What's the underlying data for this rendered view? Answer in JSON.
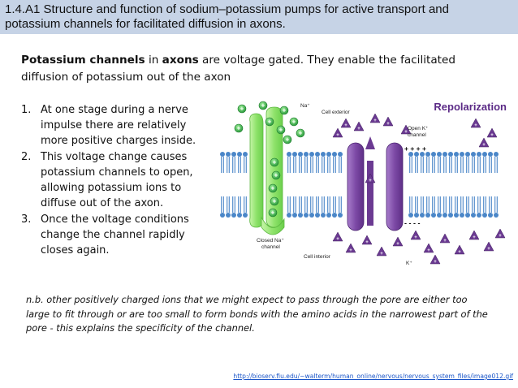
{
  "header": {
    "title_line1": "1.4.A1 Structure and function of sodium–potassium pumps for active transport and",
    "title_line2": "potassium channels for facilitated diffusion in axons."
  },
  "lead": {
    "part1": "Potassium channels",
    "part2": " in ",
    "part3": "axons",
    "part4": " are voltage gated. They enable the facilitated diffusion of potassium out of the axon"
  },
  "steps": [
    {
      "num": "1.",
      "text": "At one stage during a nerve impulse there are relatively more positive charges inside."
    },
    {
      "num": "2.",
      "text": "This voltage change causes potassium channels to open, allowing potassium ions to diffuse out of the axon."
    },
    {
      "num": "3.",
      "text": "Once the voltage conditions change the channel rapidly closes again."
    }
  ],
  "figure": {
    "title": "Repolarization",
    "na_label": "Na⁺",
    "cell_exterior": "Cell exterior",
    "cell_interior": "Cell interior",
    "closed_na_line1": "Closed Na⁺",
    "closed_na_line2": "channel",
    "open_k_line1": "Open K⁺",
    "open_k_line2": "channel",
    "k_label": "K⁺",
    "plus_charges": "+ + + +",
    "minus_charges": "- - - -",
    "colors": {
      "title": "#5b2a86",
      "na_ion": "#2fa844",
      "k_ion": "#6b3a92",
      "na_channel": "#9ee57a",
      "k_channel": "#8d5fb3",
      "membrane": "#5a91c9"
    }
  },
  "note": "n.b. other positively charged ions that we might expect to pass through the pore are either too large to fit through or are too small to form bonds with the amino acids in the narrowest part of the pore - this explains the specificity of the channel.",
  "source": "http://bioserv.fiu.edu/~walterm/human_online/nervous/nervous_system_files/image012.gif"
}
